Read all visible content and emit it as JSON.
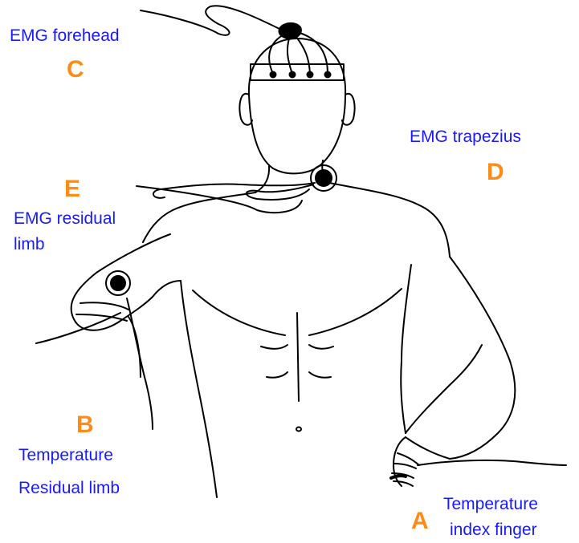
{
  "labels": {
    "emg_forehead": "EMG forehead",
    "letter_c": "C",
    "emg_trapezius": "EMG trapezius",
    "letter_d": "D",
    "letter_e": "E",
    "emg_residual_limb": [
      "EMG residual",
      "limb"
    ],
    "letter_b": "B",
    "temperature_residual_limb": [
      "Temperature",
      "Residual limb"
    ],
    "letter_a": "A",
    "temperature_index_finger": [
      "Temperature",
      "index finger"
    ]
  },
  "colors": {
    "label_text": "#1a1aff",
    "letter": "#ff8c1a",
    "line": "#000000"
  }
}
